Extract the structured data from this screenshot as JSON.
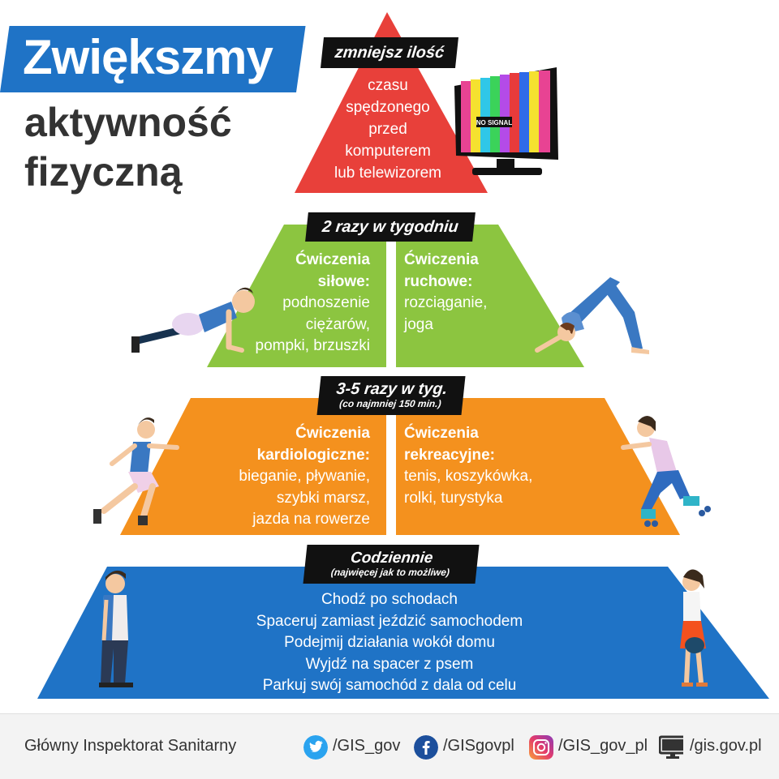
{
  "title": {
    "line1": "Zwiększmy",
    "line2": "aktywność",
    "line3": "fizyczną"
  },
  "tier_top": {
    "label": "zmniejsz ilość",
    "lines": [
      "czasu",
      "spędzonego",
      "przed",
      "komputerem",
      "lub telewizorem"
    ],
    "tv_text": "NO SIGNAL",
    "color": "#e8403a"
  },
  "tier_2": {
    "label": "2 razy w tygodniu",
    "left": {
      "heading": [
        "Ćwiczenia",
        "siłowe:"
      ],
      "items": [
        "podnoszenie",
        "ciężarów,",
        "pompki, brzuszki"
      ]
    },
    "right": {
      "heading": [
        "Ćwiczenia",
        "ruchowe:"
      ],
      "items": [
        "rozciąganie,",
        "joga"
      ]
    },
    "color": "#8cc540"
  },
  "tier_3": {
    "label": "3-5 razy w tyg.",
    "sublabel": "(co najmniej 150 min.)",
    "left": {
      "heading": [
        "Ćwiczenia",
        "kardiologiczne:"
      ],
      "items": [
        "bieganie, pływanie,",
        "szybki marsz,",
        "jazda na rowerze"
      ]
    },
    "right": {
      "heading": [
        "Ćwiczenia",
        "rekreacyjne:"
      ],
      "items": [
        "tenis, koszykówka,",
        "rolki, turystyka"
      ]
    },
    "color": "#f4911e"
  },
  "tier_base": {
    "label": "Codziennie",
    "sublabel": "(najwięcej jak to możliwe)",
    "items": [
      "Chodź po schodach",
      "Spaceruj zamiast jeździć samochodem",
      "Podejmij działania wokół domu",
      "Wyjdź na spacer z psem",
      "Parkuj swój samochód z dala od celu"
    ],
    "color": "#1f73c6"
  },
  "footer": {
    "org": "Główny Inspektorat Sanitarny",
    "twitter": "/GIS_gov",
    "facebook": "/GISgovpl",
    "instagram": "/GIS_gov_pl",
    "web": "/gis.gov.pl"
  }
}
